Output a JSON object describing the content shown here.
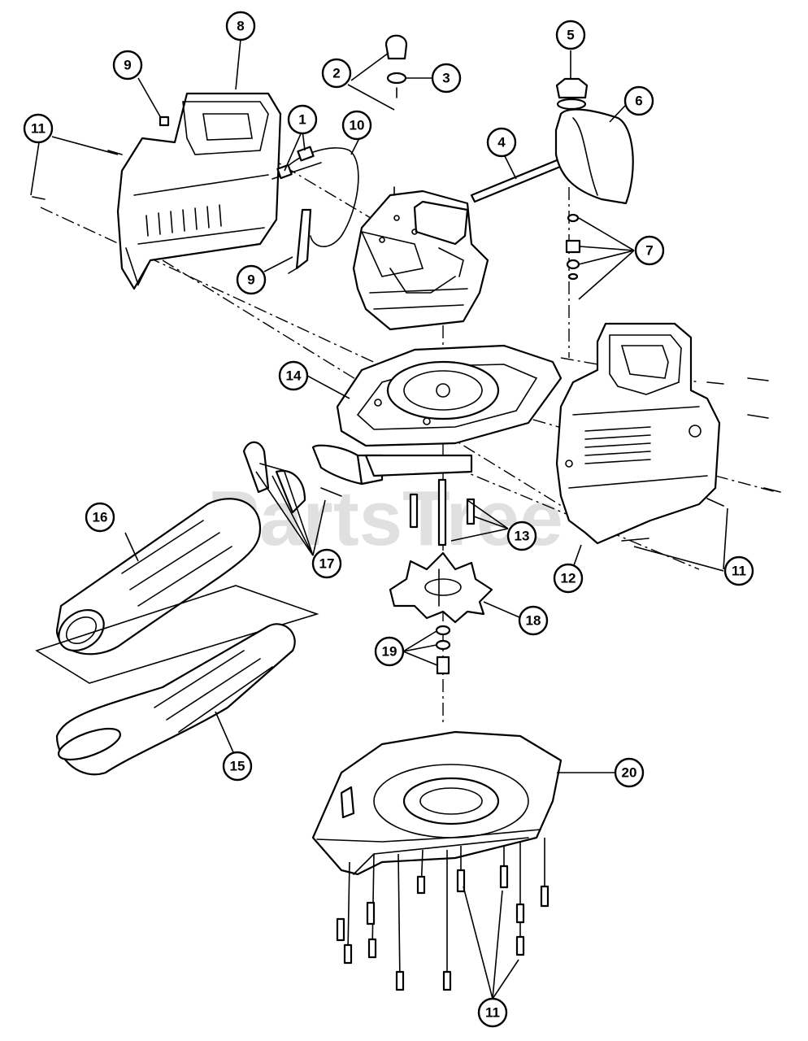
{
  "watermark": "PartsTree",
  "callouts": [
    {
      "label": "1"
    },
    {
      "label": "2"
    },
    {
      "label": "3"
    },
    {
      "label": "4"
    },
    {
      "label": "5"
    },
    {
      "label": "6"
    },
    {
      "label": "7"
    },
    {
      "label": "8"
    },
    {
      "label": "9"
    },
    {
      "label": "9"
    },
    {
      "label": "10"
    },
    {
      "label": "11"
    },
    {
      "label": "11"
    },
    {
      "label": "11"
    },
    {
      "label": "12"
    },
    {
      "label": "13"
    },
    {
      "label": "14"
    },
    {
      "label": "15"
    },
    {
      "label": "16"
    },
    {
      "label": "17"
    },
    {
      "label": "18"
    },
    {
      "label": "19"
    },
    {
      "label": "20"
    }
  ]
}
